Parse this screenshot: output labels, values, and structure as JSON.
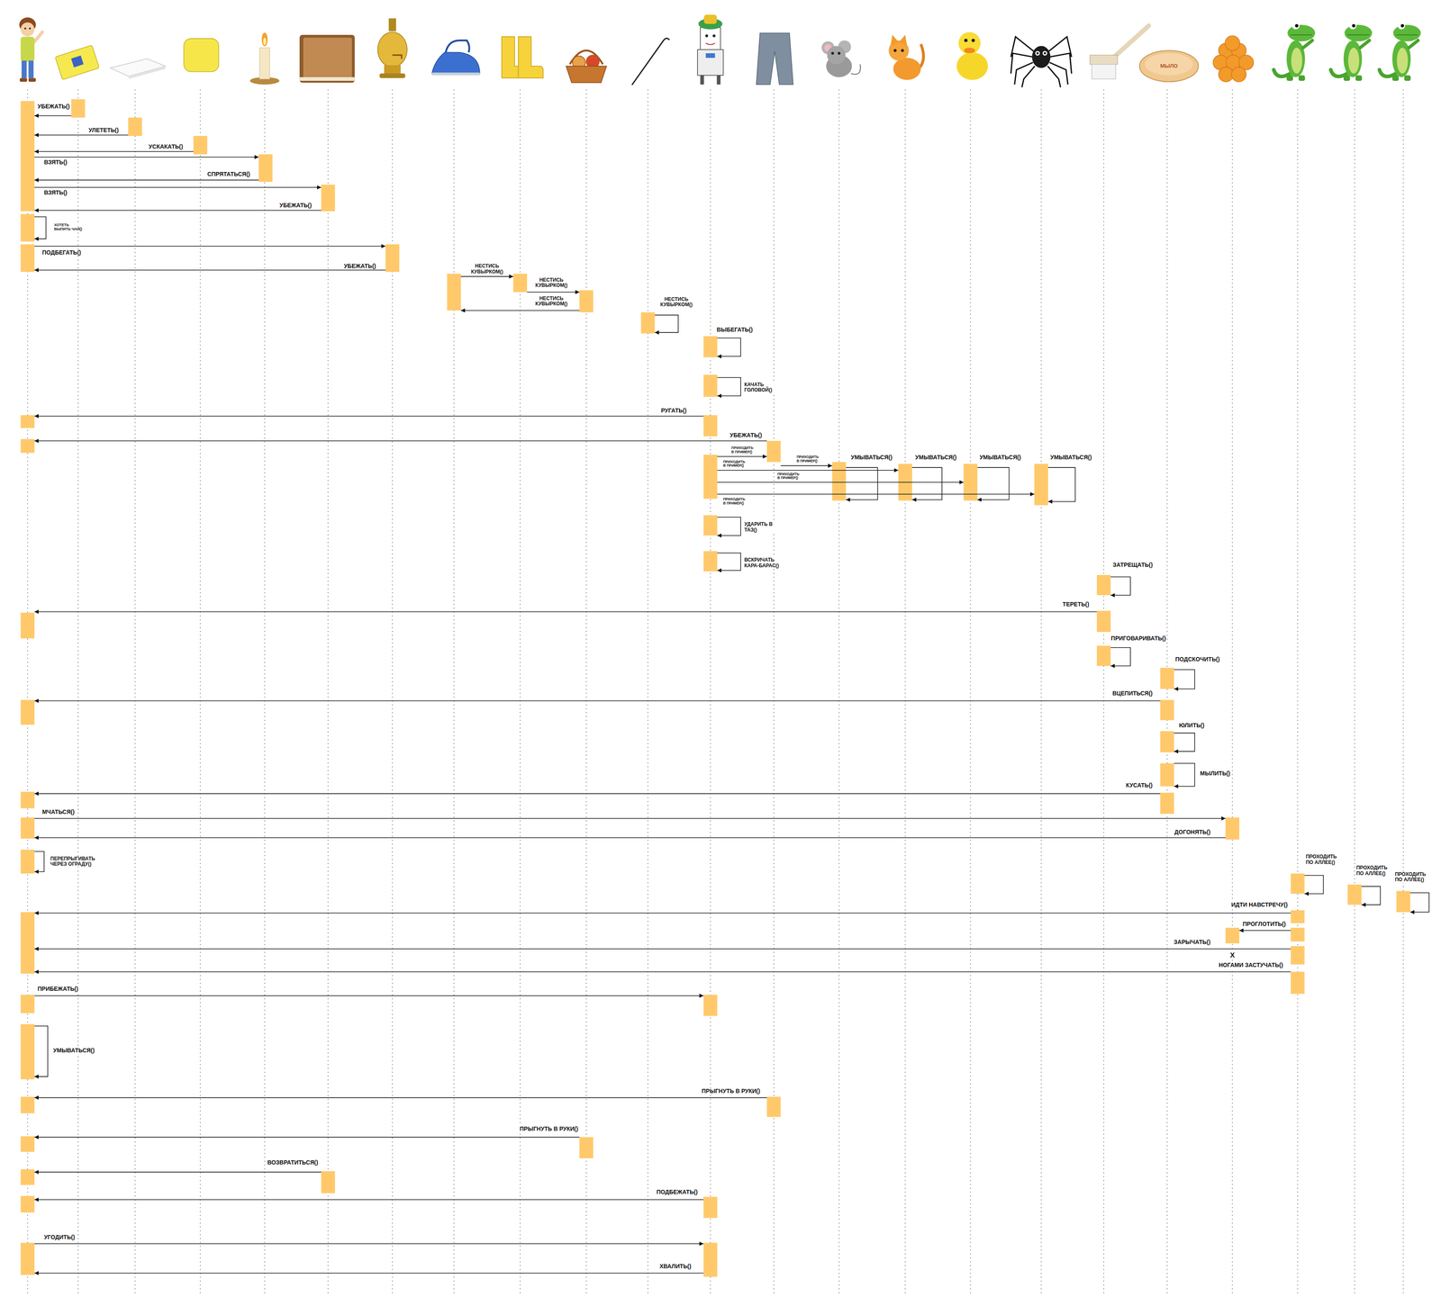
{
  "diagram": {
    "labels": [
      "МЫЛО",
      "УБЕЖАТЬ()",
      "УЛЕТЕТЬ()",
      "УСКАКАТЬ()",
      "ВЗЯТЬ()",
      "СПРЯТАТЬСЯ()",
      "ВЗЯТЬ()",
      "УБЕЖАТЬ()",
      "ХОТЕТЬ ВЫПИТЬ ЧАЙ()",
      "ПОДБЕГАТЬ()",
      "УБЕЖАТЬ()",
      "НЕСТИСЬ КУВЫРКОМ()",
      "НЕСТИСЬ КУВЫРКОМ()",
      "НЕСТИСЬ КУВЫРКОМ()",
      "НЕСТИСЬ КУВЫРКОМ()",
      "ВЫБЕГАТЬ()",
      "КАЧАТЬ ГОЛОВОЙ()",
      "РУГАТЬ()",
      "УБЕЖАТЬ()",
      "ПРИХОДИТЬ В ПРИМЕР()",
      "ПРИХОДИТЬ В ПРИМЕР()",
      "УМЫВАТЬСЯ()",
      "УМЫВАТЬСЯ()",
      "УМЫВАТЬСЯ()",
      "УМЫВАТЬСЯ()",
      "ПРИХОДИТЬ В ПРИМЕР()",
      "ПРИХОДИТЬ В ПРИМЕР()",
      "ПРИХОДИТЬ В ПРИМЕР()",
      "УДАРИТЬ В ТАЗ()",
      "ВСКРИЧАТЬ КАРА-БАРАС()",
      "ЗАТРЕЩАТЬ()",
      "ТЕРЕТЬ()",
      "ПРИГОВАРИВАТЬ()",
      "ПОДСКОЧИТЬ()",
      "ВЦЕПИТЬСЯ()",
      "ЮЛИТЬ()",
      "МЫЛИТЬ()",
      "КУСАТЬ()",
      "МЧАТЬСЯ()",
      "ДОГОНЯТЬ()",
      "ПЕРЕПРЫГИВАТЬ ЧЕРЕЗ ОГРАДУ()",
      "ПРОХОДИТЬ ПО АЛЛЕЕ()",
      "ПРОХОДИТЬ ПО АЛЛЕЕ()",
      "ПРОХОДИТЬ ПО АЛЛЕЕ()",
      "ИДТИ НАВСТРЕЧУ()",
      "ПРОГЛОТИТЬ()",
      "ЗАРЫЧАТЬ()",
      "X",
      "НОГАМИ ЗАСТУЧАТЬ()",
      "ПРИБЕЖАТЬ()",
      "УМЫВАТЬСЯ()",
      "ПРЫГНУТЬ В РУКИ()",
      "ПРЫГНУТЬ В РУКИ()",
      "ВОЗВРАТИТЬСЯ()",
      "ПОДБЕЖАТЬ()",
      "УГОДИТЬ()",
      "ХВАЛИТЬ()"
    ]
  }
}
